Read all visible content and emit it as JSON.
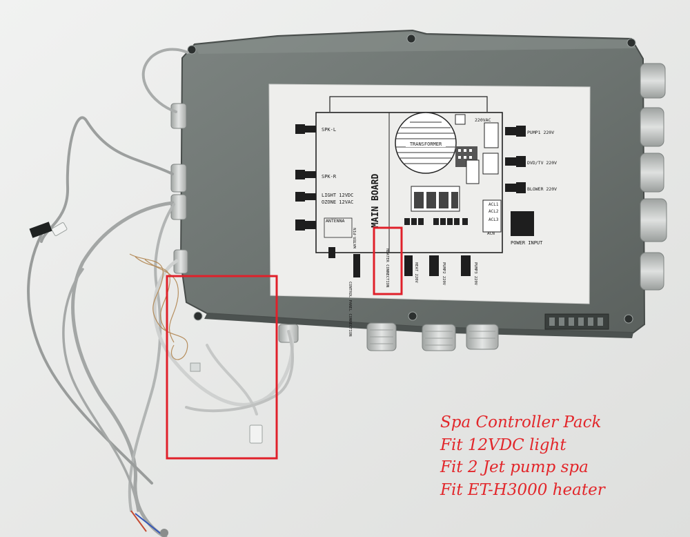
{
  "caption": {
    "lines": [
      "Spa Controller Pack",
      "Fit 12VDC light",
      "Fit 2 Jet pump spa",
      "Fit ET-H3000 heater"
    ],
    "color": "#e2262a"
  },
  "diagram": {
    "main_board": "MAIN BOARD",
    "transformer": "TRANSFORMER",
    "spk_l": "SPK-L",
    "spk_r": "SPK-R",
    "light": "LIGHT 12VDC",
    "ozone": "OZONE 12VAC",
    "antenna": "ANTENNA",
    "water_pin": "WATER-PIN",
    "control_panel": "CONTROL PANEL CONNECTION",
    "heater_connection": "HEATER CONNECTION",
    "heat": "HEAT 220V",
    "pump2": "PUMP2 220V",
    "pump3": "PUMP3 220V",
    "pump1": "PUMP1 220V",
    "dvd_tv": "DVD/TV 220V",
    "blower": "BLOWER 220V",
    "power_input": "POWER INPUT",
    "vac_220": "220VAC",
    "acl1": "ACL1",
    "acl2": "ACL2",
    "acl3": "ACL3",
    "acn": "ACN"
  },
  "highlight_color": "#e0202a",
  "icons": [
    "cable",
    "cable-gland",
    "screw",
    "rj-plug"
  ]
}
